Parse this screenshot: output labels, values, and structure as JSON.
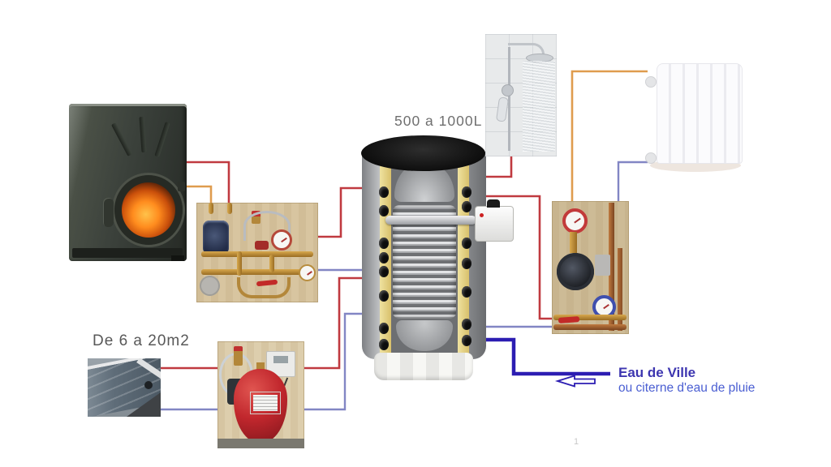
{
  "labels": {
    "tank_capacity": "500 a 1000L",
    "solar_collector_size": "De 6 a 20m2",
    "cold_water_source": "Eau de Ville",
    "cold_water_source_alt": "ou citerne d'eau de pluie",
    "page_marker": "1"
  },
  "colors": {
    "hot_water_line": "#c03a40",
    "heating_flow_line": "#df9c4e",
    "return_line": "#8286c4",
    "cold_water_line": "#2c1db2",
    "diagram_label_text": "#6f6f6f",
    "water_label_primary": "#3d36b0",
    "water_label_secondary": "#4a5ed2",
    "arrow_fill": "#ffffff"
  },
  "components": [
    "wood-log-boiler",
    "boiler-pump-station",
    "buffer-tank-cutaway",
    "electric-heater-element",
    "shower",
    "radiator",
    "heating-pump-station",
    "solar-collector",
    "solar-pump-station"
  ]
}
